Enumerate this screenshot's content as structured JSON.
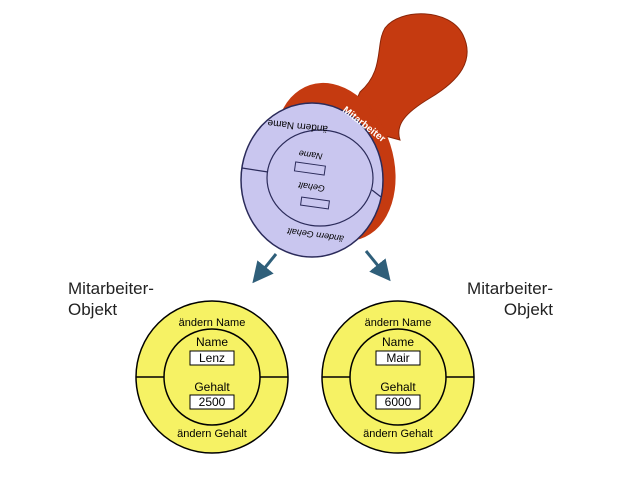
{
  "stamp": {
    "class_name": "Mitarbeiter",
    "method_change_name": "ändern Name",
    "method_change_salary": "ändern Gehalt",
    "attr_name": "Name",
    "attr_salary": "Gehalt",
    "colors": {
      "handle": "#c53a10",
      "face": "#c9c6ef",
      "outline": "#2b2b5a"
    }
  },
  "objects": [
    {
      "label_line1": "Mitarbeiter-",
      "label_line2": "Objekt",
      "method_change_name": "ändern Name",
      "method_change_salary": "ändern Gehalt",
      "attr_name": "Name",
      "attr_name_value": "Lenz",
      "attr_salary": "Gehalt",
      "attr_salary_value": "2500"
    },
    {
      "label_line1": "Mitarbeiter-",
      "label_line2": "Objekt",
      "method_change_name": "ändern Name",
      "method_change_salary": "ändern Gehalt",
      "attr_name": "Name",
      "attr_name_value": "Mair",
      "attr_salary": "Gehalt",
      "attr_salary_value": "6000"
    }
  ],
  "colors": {
    "object_fill": "#f6f264",
    "arrow": "#2f5f7a"
  }
}
